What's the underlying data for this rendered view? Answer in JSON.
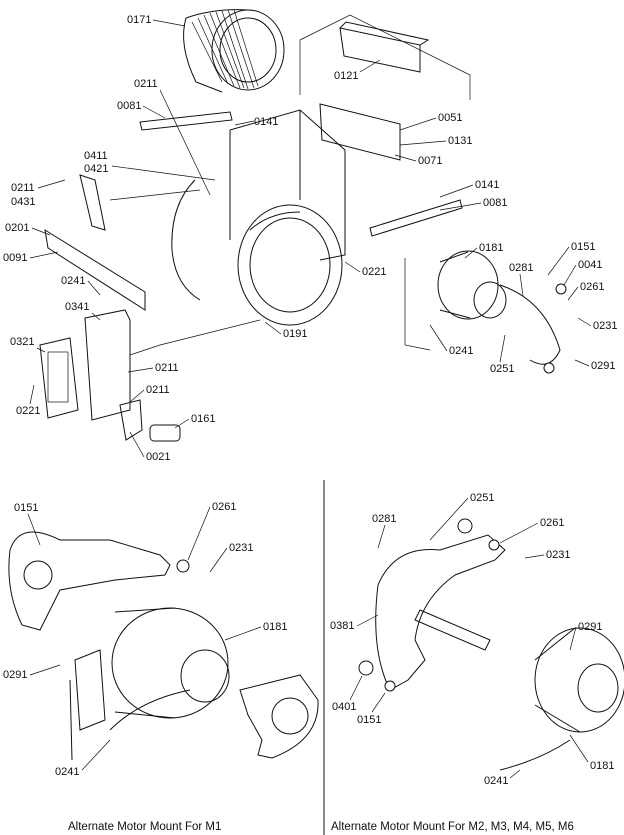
{
  "top_labels": {
    "l0171": "0171",
    "l0121": "0121",
    "l0211a": "0211",
    "l0081a": "0081",
    "l0141a": "0141",
    "l0051": "0051",
    "l0131": "0131",
    "l0071": "0071",
    "l0411": "0411",
    "l0421": "0421",
    "l0211b": "0211",
    "l0431": "0431",
    "l0141b": "0141",
    "l0081b": "0081",
    "l0201": "0201",
    "l0091": "0091",
    "l0221a": "0221",
    "l0181": "0181",
    "l0151": "0151",
    "l0041": "0041",
    "l0281": "0281",
    "l0261": "0261",
    "l0241a": "0241",
    "l0341": "0341",
    "l0231": "0231",
    "l0321": "0321",
    "l0191": "0191",
    "l0241b": "0241",
    "l0211c": "0211",
    "l0251": "0251",
    "l0291": "0291",
    "l0221b": "0221",
    "l0211d": "0211",
    "l0161": "0161",
    "l0021": "0021"
  },
  "left_detail": {
    "l0151": "0151",
    "l0261": "0261",
    "l0231": "0231",
    "l0181": "0181",
    "l0291": "0291",
    "l0241": "0241",
    "caption": "Alternate Motor Mount For M1"
  },
  "right_detail": {
    "l0251": "0251",
    "l0281": "0281",
    "l0261": "0261",
    "l0231": "0231",
    "l0381": "0381",
    "l0291": "0291",
    "l0401": "0401",
    "l0151": "0151",
    "l0241": "0241",
    "l0181": "0181",
    "caption": "Alternate Motor Mount For M2, M3, M4, M5, M6"
  }
}
